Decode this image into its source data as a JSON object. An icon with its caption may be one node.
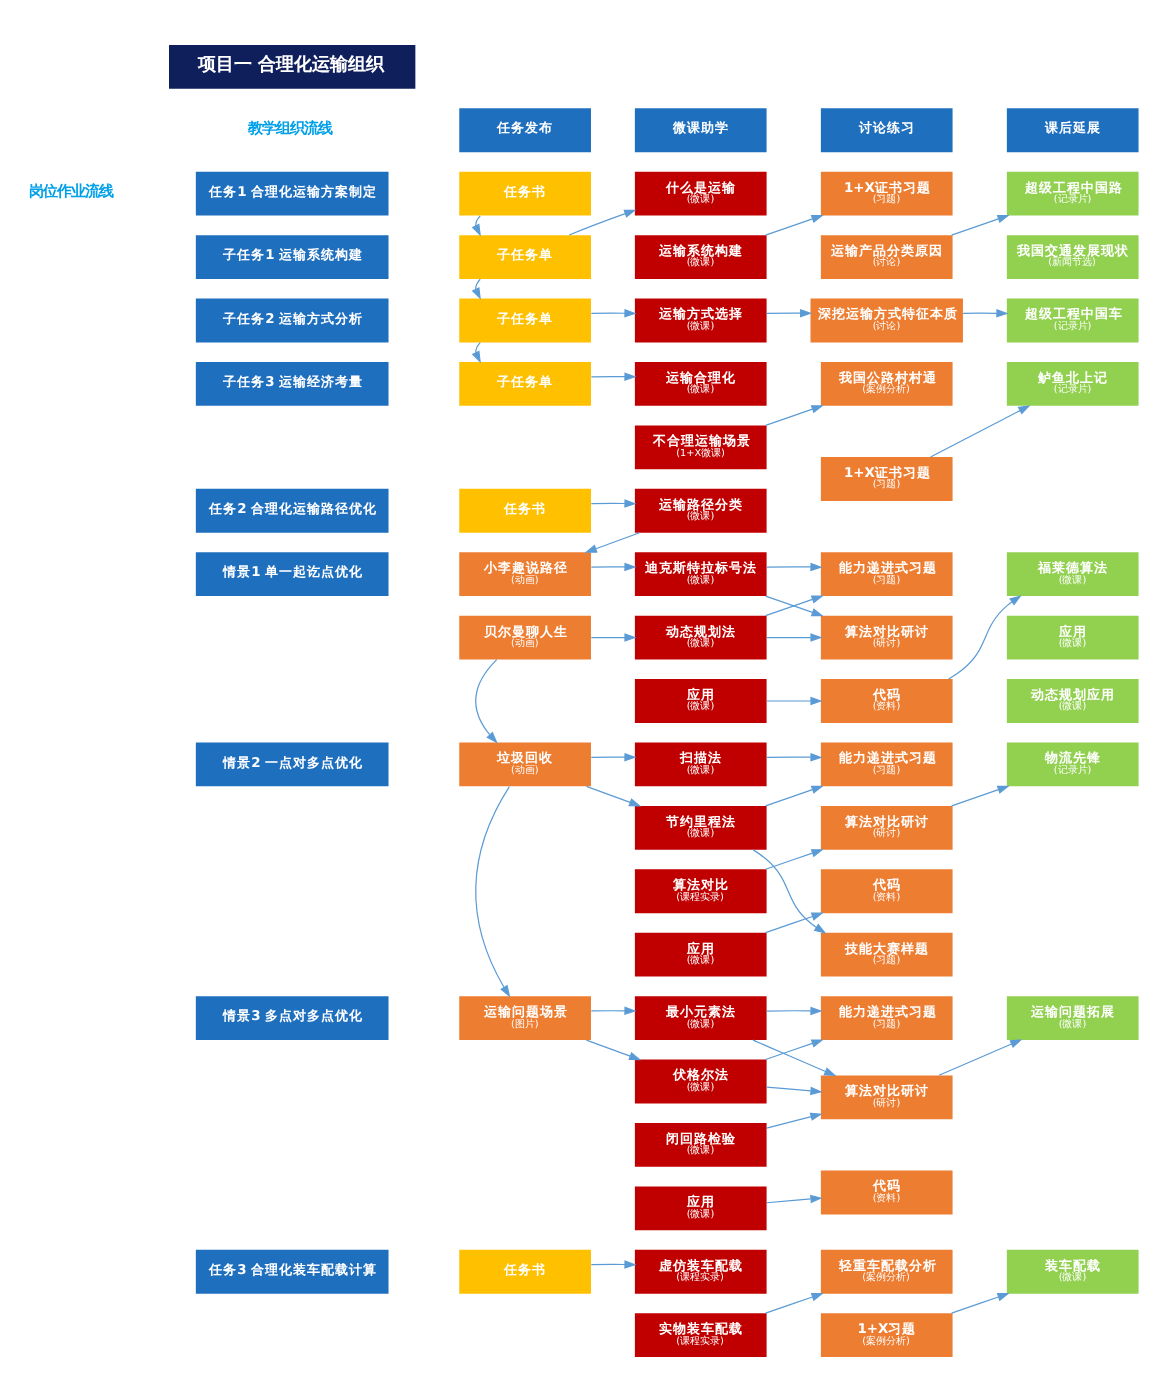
{
  "diagram": {
    "nodes": [
      {
        "text": [
          "项目一 合理化运输组织"
        ]
      },
      {
        "text": [
          "任务发布"
        ]
      },
      {
        "text": [
          "微课助学"
        ]
      },
      {
        "text": [
          "讨论练习"
        ]
      },
      {
        "text": [
          "课后延展"
        ]
      },
      {
        "text": [
          "任务1 合理化运输方案制定"
        ]
      },
      {
        "text": [
          "任务书"
        ]
      },
      {
        "text": [
          "子任务1 运输系统构建"
        ]
      },
      {
        "text": [
          "子任务单"
        ]
      },
      {
        "text": [
          "什么是运输",
          "(微课)"
        ]
      },
      {
        "text": [
          "运输系统构建",
          "(微课)"
        ]
      },
      {
        "text": [
          "1+X证书习题",
          "(习题)"
        ]
      },
      {
        "text": [
          "运输产品分类原因",
          "(讨论)"
        ]
      },
      {
        "text": [
          "超级工程中国路",
          "(记录片)"
        ]
      },
      {
        "text": [
          "我国交通发展现状",
          "(新闻节选)"
        ]
      },
      {
        "text": [
          "子任务2 运输方式分析"
        ]
      },
      {
        "text": [
          "子任务单"
        ]
      },
      {
        "text": [
          "运输方式选择",
          "(微课)"
        ]
      },
      {
        "text": [
          "深挖运输方式特征本质",
          "(讨论)"
        ]
      },
      {
        "text": [
          "超级工程中国车",
          "(记录片)"
        ]
      },
      {
        "text": [
          "子任务3 运输经济考量"
        ]
      },
      {
        "text": [
          "子任务单"
        ]
      },
      {
        "text": [
          "运输合理化",
          "(微课)"
        ]
      },
      {
        "text": [
          "不合理运输场景",
          "(1+X微课)"
        ]
      },
      {
        "text": [
          "我国公路村村通",
          "(案例分析)"
        ]
      },
      {
        "text": [
          "1+X证书习题",
          "(习题)"
        ]
      },
      {
        "text": [
          "鲈鱼北上记",
          "(记录片)"
        ]
      },
      {
        "text": [
          "任务2 合理化运输路径优化"
        ]
      },
      {
        "text": [
          "任务书"
        ]
      },
      {
        "text": [
          "运输路径分类",
          "(微课)"
        ]
      },
      {
        "text": [
          "情景1 单一起讫点优化"
        ]
      },
      {
        "text": [
          "小李趣说路径",
          "(动画)"
        ]
      },
      {
        "text": [
          "贝尔曼聊人生",
          "(动画)"
        ]
      },
      {
        "text": [
          "迪克斯特拉标号法",
          "(微课)"
        ]
      },
      {
        "text": [
          "动态规划法",
          "(微课)"
        ]
      },
      {
        "text": [
          "应用",
          "(微课)"
        ]
      },
      {
        "text": [
          "能力递进式习题",
          "(习题)"
        ]
      },
      {
        "text": [
          "算法对比研讨",
          "(研讨)"
        ]
      },
      {
        "text": [
          "代码",
          "(资料)"
        ]
      },
      {
        "text": [
          "福莱德算法",
          "(微课)"
        ]
      },
      {
        "text": [
          "应用",
          "(微课)"
        ]
      },
      {
        "text": [
          "动态规划应用",
          "(微课)"
        ]
      },
      {
        "text": [
          "情景2 一点对多点优化"
        ]
      },
      {
        "text": [
          "垃圾回收",
          "(动画)"
        ]
      },
      {
        "text": [
          "扫描法",
          "(微课)"
        ]
      },
      {
        "text": [
          "节约里程法",
          "(微课)"
        ]
      },
      {
        "text": [
          "算法对比",
          "(课程实录)"
        ]
      },
      {
        "text": [
          "应用",
          "(微课)"
        ]
      },
      {
        "text": [
          "能力递进式习题",
          "(习题)"
        ]
      },
      {
        "text": [
          "算法对比研讨",
          "(研讨)"
        ]
      },
      {
        "text": [
          "代码",
          "(资料)"
        ]
      },
      {
        "text": [
          "技能大赛样题",
          "(习题)"
        ]
      },
      {
        "text": [
          "物流先锋",
          "(记录片)"
        ]
      },
      {
        "text": [
          "情景3 多点对多点优化"
        ]
      },
      {
        "text": [
          "运输问题场景",
          "(图片)"
        ]
      },
      {
        "text": [
          "最小元素法",
          "(微课)"
        ]
      },
      {
        "text": [
          "伏格尔法",
          "(微课)"
        ]
      },
      {
        "text": [
          "闭回路检验",
          "(微课)"
        ]
      },
      {
        "text": [
          "应用",
          "(微课)"
        ]
      },
      {
        "text": [
          "能力递进式习题",
          "(习题)"
        ]
      },
      {
        "text": [
          "算法对比研讨",
          "(研讨)"
        ]
      },
      {
        "text": [
          "代码",
          "(资料)"
        ]
      },
      {
        "text": [
          "运输问题拓展",
          "(微课)"
        ]
      },
      {
        "text": [
          "任务3 合理化装车配载计算"
        ]
      },
      {
        "text": [
          "任务书"
        ]
      },
      {
        "text": [
          "虚仿装车配载",
          "(课程实录)"
        ]
      },
      {
        "text": [
          "实物装车配载",
          "(课程实录)"
        ]
      },
      {
        "text": [
          "轻重车配载分析",
          "(案例分析)"
        ]
      },
      {
        "text": [
          "1+X习题",
          "(案例分析)"
        ]
      },
      {
        "text": [
          "装车配载",
          "(微课)"
        ]
      }
    ],
    "edges": [
      {
        "from": 6,
        "to": 8,
        "arrow": "to"
      },
      {
        "from": 8,
        "to": 9,
        "arrow": "to"
      },
      {
        "from": 10,
        "to": 11,
        "arrow": "to"
      },
      {
        "from": 12,
        "to": 13,
        "arrow": "to"
      },
      {
        "from": 8,
        "to": 16,
        "arrow": "to"
      },
      {
        "from": 16,
        "to": 17,
        "arrow": "to"
      },
      {
        "from": 17,
        "to": 18,
        "arrow": "to"
      },
      {
        "from": 18,
        "to": 19,
        "arrow": "to"
      },
      {
        "from": 16,
        "to": 21,
        "arrow": "to"
      },
      {
        "from": 21,
        "to": 22,
        "arrow": "to"
      },
      {
        "from": 23,
        "to": 24,
        "arrow": "to"
      },
      {
        "from": 25,
        "to": 26,
        "arrow": "to"
      },
      {
        "from": 28,
        "to": 29,
        "arrow": "to"
      },
      {
        "from": 29,
        "to": 31,
        "arrow": "to"
      },
      {
        "from": 31,
        "to": 33,
        "arrow": "to"
      },
      {
        "from": 32,
        "to": 34,
        "arrow": "to"
      },
      {
        "from": 33,
        "to": 36,
        "arrow": "to"
      },
      {
        "from": 33,
        "to": 37,
        "arrow": "to"
      },
      {
        "from": 34,
        "to": 36,
        "arrow": "to"
      },
      {
        "from": 34,
        "to": 37,
        "arrow": "to"
      },
      {
        "from": 35,
        "to": 38,
        "arrow": "to"
      },
      {
        "from": 38,
        "to": 39,
        "arrow": "to"
      },
      {
        "from": 32,
        "to": 43,
        "arrow": "to"
      },
      {
        "from": 43,
        "to": 44,
        "arrow": "to"
      },
      {
        "from": 43,
        "to": 45,
        "arrow": "to"
      },
      {
        "from": 44,
        "to": 48,
        "arrow": "to"
      },
      {
        "from": 45,
        "to": 48,
        "arrow": "to"
      },
      {
        "from": 45,
        "to": 51,
        "arrow": "to"
      },
      {
        "from": 46,
        "to": 49,
        "arrow": "to"
      },
      {
        "from": 47,
        "to": 50,
        "arrow": "to"
      },
      {
        "from": 49,
        "to": 52,
        "arrow": "to"
      },
      {
        "from": 43,
        "to": 54,
        "arrow": "to"
      },
      {
        "from": 54,
        "to": 55,
        "arrow": "to"
      },
      {
        "from": 54,
        "to": 56,
        "arrow": "to"
      },
      {
        "from": 55,
        "to": 59,
        "arrow": "to"
      },
      {
        "from": 55,
        "to": 60,
        "arrow": "to"
      },
      {
        "from": 56,
        "to": 59,
        "arrow": "to"
      },
      {
        "from": 56,
        "to": 60,
        "arrow": "to"
      },
      {
        "from": 57,
        "to": 60,
        "arrow": "to"
      },
      {
        "from": 58,
        "to": 61,
        "arrow": "to"
      },
      {
        "from": 60,
        "to": 62,
        "arrow": "to"
      },
      {
        "from": 64,
        "to": 65,
        "arrow": "to"
      },
      {
        "from": 66,
        "to": 67,
        "arrow": "to"
      },
      {
        "from": 68,
        "to": 69,
        "arrow": "to"
      }
    ],
    "labels": [
      "教学组织流线",
      "岗位作业流线"
    ]
  }
}
